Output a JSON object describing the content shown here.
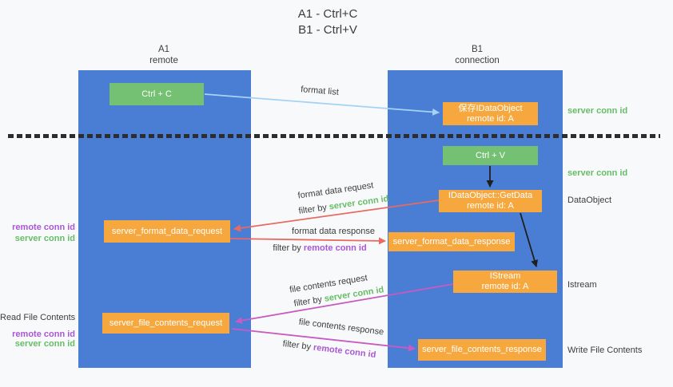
{
  "title": {
    "line1": "A1 - Ctrl+C",
    "line2": "B1 - Ctrl+V"
  },
  "lanes": {
    "left": {
      "name": "A1",
      "role": "remote"
    },
    "right": {
      "name": "B1",
      "role": "connection"
    }
  },
  "nodes": {
    "ctrl_c": {
      "label": "Ctrl + C"
    },
    "save_dataobject": {
      "line1": "保存IDataObject",
      "line2": "remote id: A"
    },
    "ctrl_v": {
      "label": "Ctrl + V"
    },
    "getdata": {
      "line1": "IDataObject::GetData",
      "line2": "remote id: A"
    },
    "format_data_request": {
      "label": "server_format_data_request"
    },
    "format_data_response": {
      "label": "server_format_data_response"
    },
    "istream": {
      "line1": "IStream",
      "line2": "remote id: A"
    },
    "file_contents_request": {
      "label": "server_file_contents_request"
    },
    "file_contents_response": {
      "label": "server_file_contents_response"
    }
  },
  "edge_labels": {
    "format_list": "format list",
    "format_data_request": "format data request",
    "format_data_request_filter_prefix": "filter by ",
    "format_data_request_filter_key": "server conn id",
    "format_data_response": "format data response",
    "format_data_response_filter_prefix": "filter by ",
    "format_data_response_filter_key": "remote conn id",
    "file_contents_request": "file contents request",
    "file_contents_request_filter_prefix": "filter by ",
    "file_contents_request_filter_key": "server conn id",
    "file_contents_response": "file contents response",
    "file_contents_response_filter_prefix": "filter by ",
    "file_contents_response_filter_key": "remote conn id"
  },
  "side_labels": {
    "right_server_conn_id_top": "server conn id",
    "right_server_conn_id_mid": "server conn id",
    "right_dataobject": "DataObject",
    "right_istream": "Istream",
    "right_write_file_contents": "Write File Contents",
    "left_remote_conn_id_top": "remote conn id",
    "left_server_conn_id_top": "server conn id",
    "left_read_file_contents": "Read File Contents",
    "left_remote_conn_id_bottom": "remote conn id",
    "left_server_conn_id_bottom": "server conn id"
  },
  "colors": {
    "lane_blue": "#4a7ed5",
    "node_green": "#74c173",
    "node_orange": "#f6a83e",
    "arrow_red": "#e86a60",
    "arrow_magenta": "#c85ac2",
    "arrow_lightblue": "#a6d3f3",
    "arrow_black": "#1f1f1f",
    "label_green": "#67bd67",
    "label_purple": "#a957d3",
    "text_dark": "#3d3d3d",
    "background": "#f8f9fb"
  }
}
